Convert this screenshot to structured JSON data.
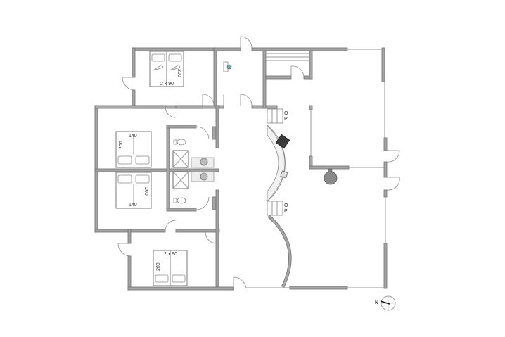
{
  "plan": {
    "type": "floor-plan",
    "colors": {
      "wall_fill": "#a6a6a6",
      "wall_stroke": "#6e6e6e",
      "line": "#9a9a9a",
      "dark_appliance": "#3a3a3a",
      "background": "#ffffff"
    },
    "rooms": [
      {
        "id": "bedroom-top",
        "bed_label": "2 x 90",
        "bed_length_label": "200"
      },
      {
        "id": "bedroom-middle-upper",
        "bed_label": "140",
        "bed_length_label": "200"
      },
      {
        "id": "bedroom-middle-lower",
        "bed_label": "140",
        "bed_length_label": "200"
      },
      {
        "id": "bedroom-bottom",
        "bed_label": "2 x 90",
        "bed_length_label": "200"
      },
      {
        "id": "bathroom-upper",
        "fixtures": [
          "toilet",
          "shower",
          "sink"
        ]
      },
      {
        "id": "bathroom-lower",
        "fixtures": [
          "toilet",
          "shower",
          "sink"
        ]
      },
      {
        "id": "kitchen",
        "fixtures": [
          "curved-counter",
          "stove",
          "sink"
        ]
      },
      {
        "id": "living-area",
        "fixtures": [
          "wood-stove"
        ]
      },
      {
        "id": "utility",
        "fixtures": [
          "water-heater"
        ]
      }
    ],
    "appliance_labels": {
      "fridge_o": "O",
      "fridge_p": "P"
    },
    "compass": {
      "label": "N"
    }
  }
}
